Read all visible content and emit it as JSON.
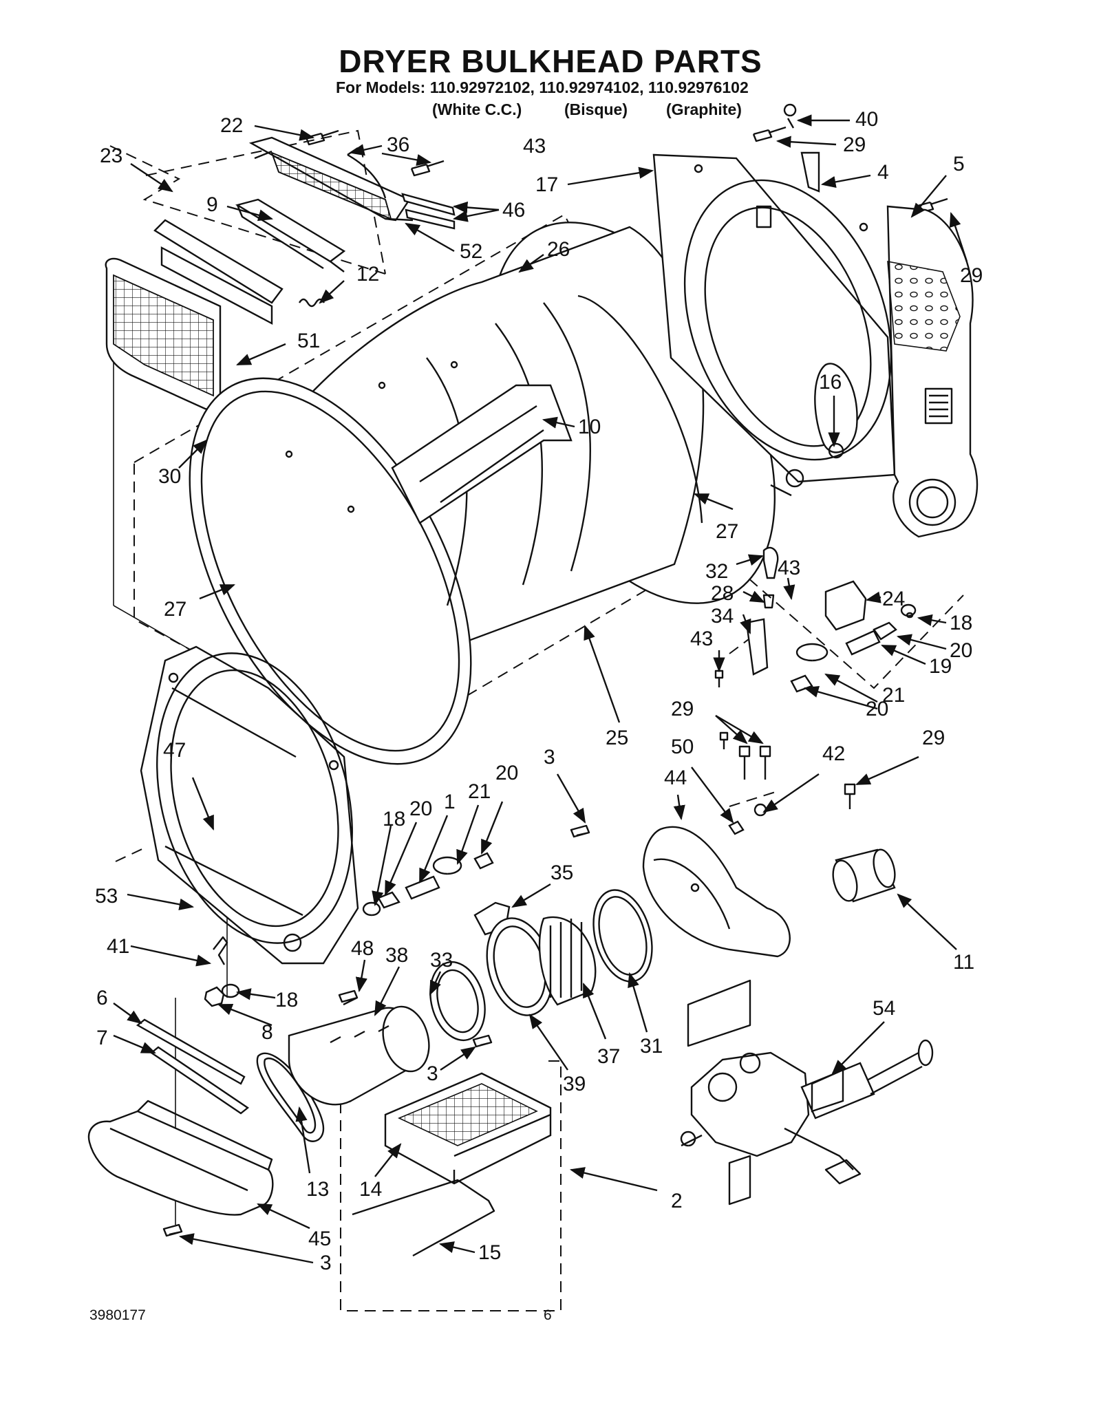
{
  "header": {
    "title": "DRYER BULKHEAD PARTS",
    "models": "For Models: 110.92972102, 110.92974102, 110.92976102",
    "variants": [
      "(White C.C.)",
      "(Bisque)",
      "(Graphite)"
    ]
  },
  "footer": {
    "doc_number": "3980177",
    "page_number": "6"
  },
  "callouts": [
    {
      "id": "c22",
      "text": "22"
    },
    {
      "id": "c36",
      "text": "36"
    },
    {
      "id": "c43a",
      "text": "43"
    },
    {
      "id": "c23",
      "text": "23"
    },
    {
      "id": "c9",
      "text": "9"
    },
    {
      "id": "c46",
      "text": "46"
    },
    {
      "id": "c52",
      "text": "52"
    },
    {
      "id": "c12",
      "text": "12"
    },
    {
      "id": "c26",
      "text": "26"
    },
    {
      "id": "c51",
      "text": "51"
    },
    {
      "id": "c10",
      "text": "10"
    },
    {
      "id": "c30",
      "text": "30"
    },
    {
      "id": "c27a",
      "text": "27"
    },
    {
      "id": "c27b",
      "text": "27"
    },
    {
      "id": "c40",
      "text": "40"
    },
    {
      "id": "c29a",
      "text": "29"
    },
    {
      "id": "c17",
      "text": "17"
    },
    {
      "id": "c4",
      "text": "4"
    },
    {
      "id": "c5",
      "text": "5"
    },
    {
      "id": "c29b",
      "text": "29"
    },
    {
      "id": "c16",
      "text": "16"
    },
    {
      "id": "c32",
      "text": "32"
    },
    {
      "id": "c43b",
      "text": "43"
    },
    {
      "id": "c28",
      "text": "28"
    },
    {
      "id": "c24",
      "text": "24"
    },
    {
      "id": "c34",
      "text": "34"
    },
    {
      "id": "c18a",
      "text": "18"
    },
    {
      "id": "c43c",
      "text": "43"
    },
    {
      "id": "c20a",
      "text": "20"
    },
    {
      "id": "c19",
      "text": "19"
    },
    {
      "id": "c21a",
      "text": "21"
    },
    {
      "id": "c20b",
      "text": "20"
    },
    {
      "id": "c25",
      "text": "25"
    },
    {
      "id": "c29c",
      "text": "29"
    },
    {
      "id": "c50",
      "text": "50"
    },
    {
      "id": "c42",
      "text": "42"
    },
    {
      "id": "c29d",
      "text": "29"
    },
    {
      "id": "c47",
      "text": "47"
    },
    {
      "id": "c3a",
      "text": "3"
    },
    {
      "id": "c44",
      "text": "44"
    },
    {
      "id": "c18b",
      "text": "18"
    },
    {
      "id": "c20c",
      "text": "20"
    },
    {
      "id": "c1",
      "text": "1"
    },
    {
      "id": "c21b",
      "text": "21"
    },
    {
      "id": "c20d",
      "text": "20"
    },
    {
      "id": "c35",
      "text": "35"
    },
    {
      "id": "c53",
      "text": "53"
    },
    {
      "id": "c11",
      "text": "11"
    },
    {
      "id": "c41",
      "text": "41"
    },
    {
      "id": "c48",
      "text": "48"
    },
    {
      "id": "c33",
      "text": "33"
    },
    {
      "id": "c38",
      "text": "38"
    },
    {
      "id": "c6",
      "text": "6"
    },
    {
      "id": "c18c",
      "text": "18"
    },
    {
      "id": "c8",
      "text": "8"
    },
    {
      "id": "c7",
      "text": "7"
    },
    {
      "id": "c3b",
      "text": "3"
    },
    {
      "id": "c37",
      "text": "37"
    },
    {
      "id": "c31",
      "text": "31"
    },
    {
      "id": "c39",
      "text": "39"
    },
    {
      "id": "c54",
      "text": "54"
    },
    {
      "id": "c13",
      "text": "13"
    },
    {
      "id": "c14",
      "text": "14"
    },
    {
      "id": "c2",
      "text": "2"
    },
    {
      "id": "c45",
      "text": "45"
    },
    {
      "id": "c15",
      "text": "15"
    },
    {
      "id": "c3c",
      "text": "3"
    }
  ]
}
